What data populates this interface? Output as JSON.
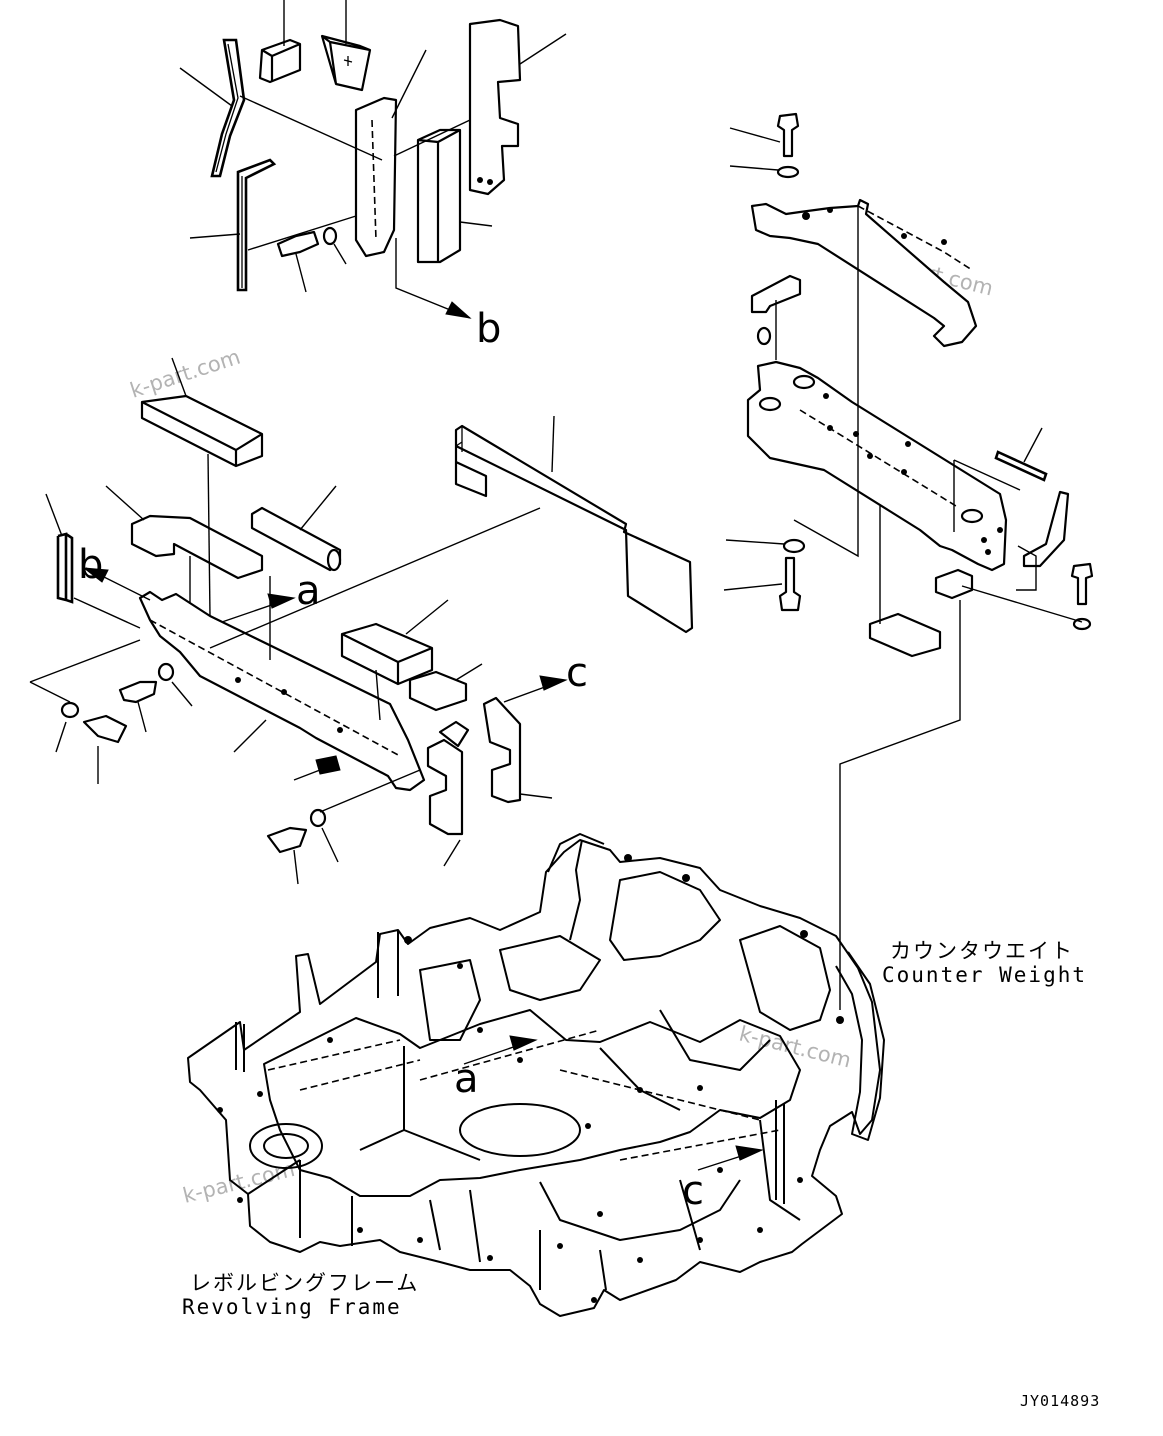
{
  "labels": {
    "view_a": "a",
    "view_b": "b",
    "view_c": "c"
  },
  "captions": {
    "counterweight_jp": "カウンタウエイト",
    "counterweight_en": "Counter Weight",
    "revolving_frame_jp": "レボルビングフレーム",
    "revolving_frame_en": "Revolving Frame"
  },
  "watermark": "k-part.com",
  "drawing_code": "JY014893"
}
